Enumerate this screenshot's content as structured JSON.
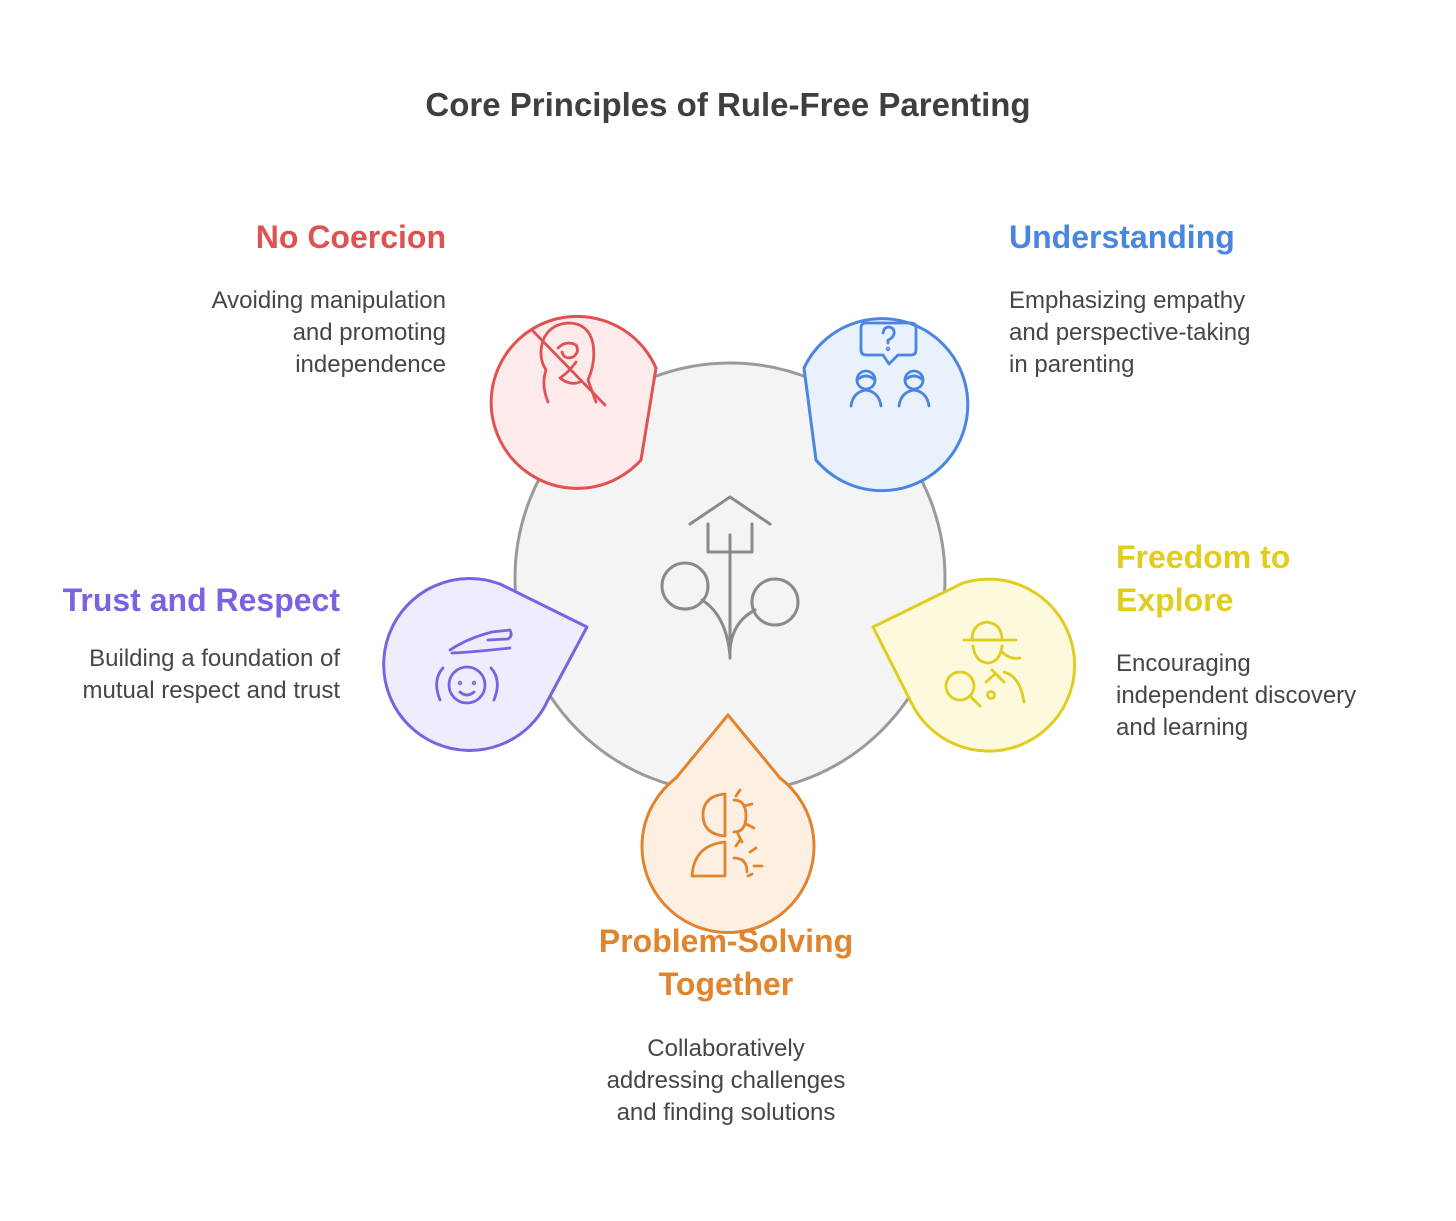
{
  "title": "Core Principles of Rule-Free Parenting",
  "colors": {
    "hub_fill": "#f4f4f4",
    "hub_stroke": "#9a9a9a",
    "hub_icon": "#8a8a8a"
  },
  "hub": {
    "icon": "home-growth-icon"
  },
  "principles": [
    {
      "id": "no-coercion",
      "heading": "No Coercion",
      "description_lines": [
        "Avoiding manipulation",
        "and promoting",
        "independence"
      ],
      "icon": "no-manipulation-face-icon",
      "color": "#e05252",
      "fill": "#fdeaea"
    },
    {
      "id": "understanding",
      "heading": "Understanding",
      "description_lines": [
        "Emphasizing empathy",
        "and perspective-taking",
        "in parenting"
      ],
      "icon": "conversation-question-icon",
      "color": "#4a86e0",
      "fill": "#e9f1fd"
    },
    {
      "id": "freedom-to-explore",
      "heading_lines": [
        "Freedom to",
        "Explore"
      ],
      "description_lines": [
        "Encouraging",
        "independent discovery",
        "and learning"
      ],
      "icon": "explorer-magnifier-icon",
      "color": "#e0cd1e",
      "fill": "#fdf9dc"
    },
    {
      "id": "problem-solving-together",
      "heading_lines": [
        "Problem-Solving",
        "Together"
      ],
      "description_lines": [
        "Collaboratively",
        "addressing challenges",
        "and finding solutions"
      ],
      "icon": "head-gears-icon",
      "color": "#e0842e",
      "fill": "#fdf0e3"
    },
    {
      "id": "trust-and-respect",
      "heading": "Trust and Respect",
      "description_lines": [
        "Building a foundation of",
        "mutual respect and trust"
      ],
      "icon": "hand-over-child-icon",
      "color": "#7b62e0",
      "fill": "#efecfd"
    }
  ]
}
